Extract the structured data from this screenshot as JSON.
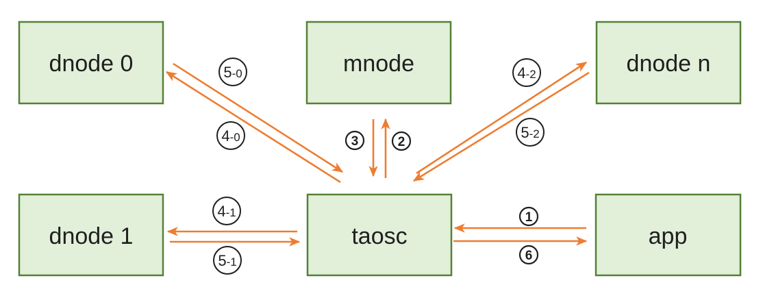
{
  "colors": {
    "background": "#ffffff",
    "box_fill": "#e2efd9",
    "box_border": "#538135",
    "arrow": "#ed7d31",
    "ink": "#1f1f1f"
  },
  "diagram": {
    "type": "architecture-message-flow",
    "nodes": [
      {
        "id": "dnode0",
        "label": "dnode 0"
      },
      {
        "id": "mnode",
        "label": "mnode"
      },
      {
        "id": "dnoden",
        "label": "dnode n"
      },
      {
        "id": "dnode1",
        "label": "dnode 1"
      },
      {
        "id": "taosc",
        "label": "taosc"
      },
      {
        "id": "app",
        "label": "app"
      }
    ],
    "edges": [
      {
        "label": "1",
        "label_main": "1",
        "label_sub": "",
        "from": "app",
        "to": "taosc"
      },
      {
        "label": "6",
        "label_main": "6",
        "label_sub": "",
        "from": "taosc",
        "to": "app"
      },
      {
        "label": "2",
        "label_main": "2",
        "label_sub": "",
        "from": "taosc",
        "to": "mnode"
      },
      {
        "label": "3",
        "label_main": "3",
        "label_sub": "",
        "from": "mnode",
        "to": "taosc"
      },
      {
        "label": "4-0",
        "label_main": "4",
        "label_sub": "-0",
        "from": "taosc",
        "to": "dnode 0"
      },
      {
        "label": "5-0",
        "label_main": "5",
        "label_sub": "-0",
        "from": "dnode 0",
        "to": "taosc"
      },
      {
        "label": "4-1",
        "label_main": "4",
        "label_sub": "-1",
        "from": "taosc",
        "to": "dnode 1"
      },
      {
        "label": "5-1",
        "label_main": "5",
        "label_sub": "-1",
        "from": "dnode 1",
        "to": "taosc"
      },
      {
        "label": "4-2",
        "label_main": "4",
        "label_sub": "-2",
        "from": "taosc",
        "to": "dnode n"
      },
      {
        "label": "5-2",
        "label_main": "5",
        "label_sub": "-2",
        "from": "dnode n",
        "to": "taosc"
      }
    ]
  }
}
